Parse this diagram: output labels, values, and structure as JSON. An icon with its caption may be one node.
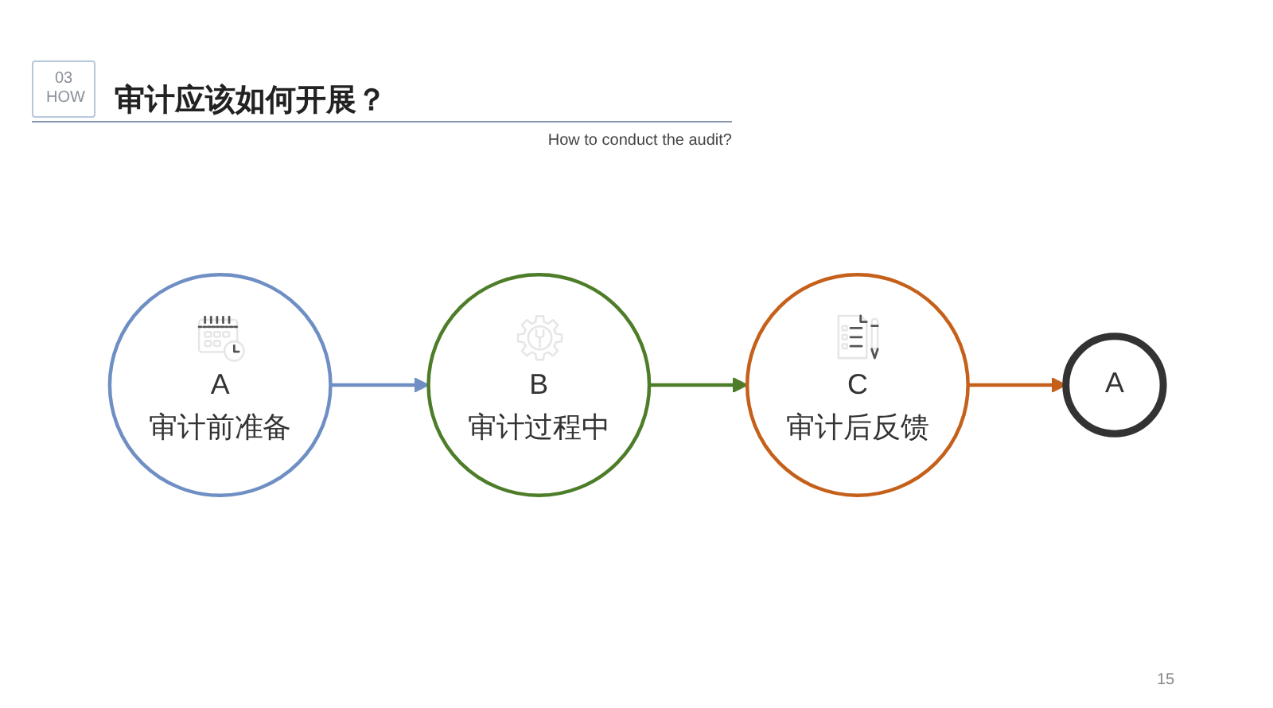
{
  "diagram": {
    "title": "审计应该如何开展？",
    "nodes": [
      {
        "text": [
          "A",
          "审计前准备"
        ]
      },
      {
        "text": [
          "B",
          "审计过程中"
        ]
      },
      {
        "text": [
          "C",
          "审计后反馈"
        ]
      },
      {
        "text": [
          "A"
        ]
      }
    ],
    "edges": [
      {
        "from": 0,
        "to": 1,
        "arrow": "to",
        "color": "#6f8fc4"
      },
      {
        "from": 1,
        "to": 2,
        "arrow": "to",
        "color": "#4e7d2a"
      },
      {
        "from": 2,
        "to": 3,
        "arrow": "to",
        "color": "#c5601a"
      }
    ],
    "labels": [
      "03 HOW",
      "How to conduct the audit?",
      "15"
    ]
  }
}
